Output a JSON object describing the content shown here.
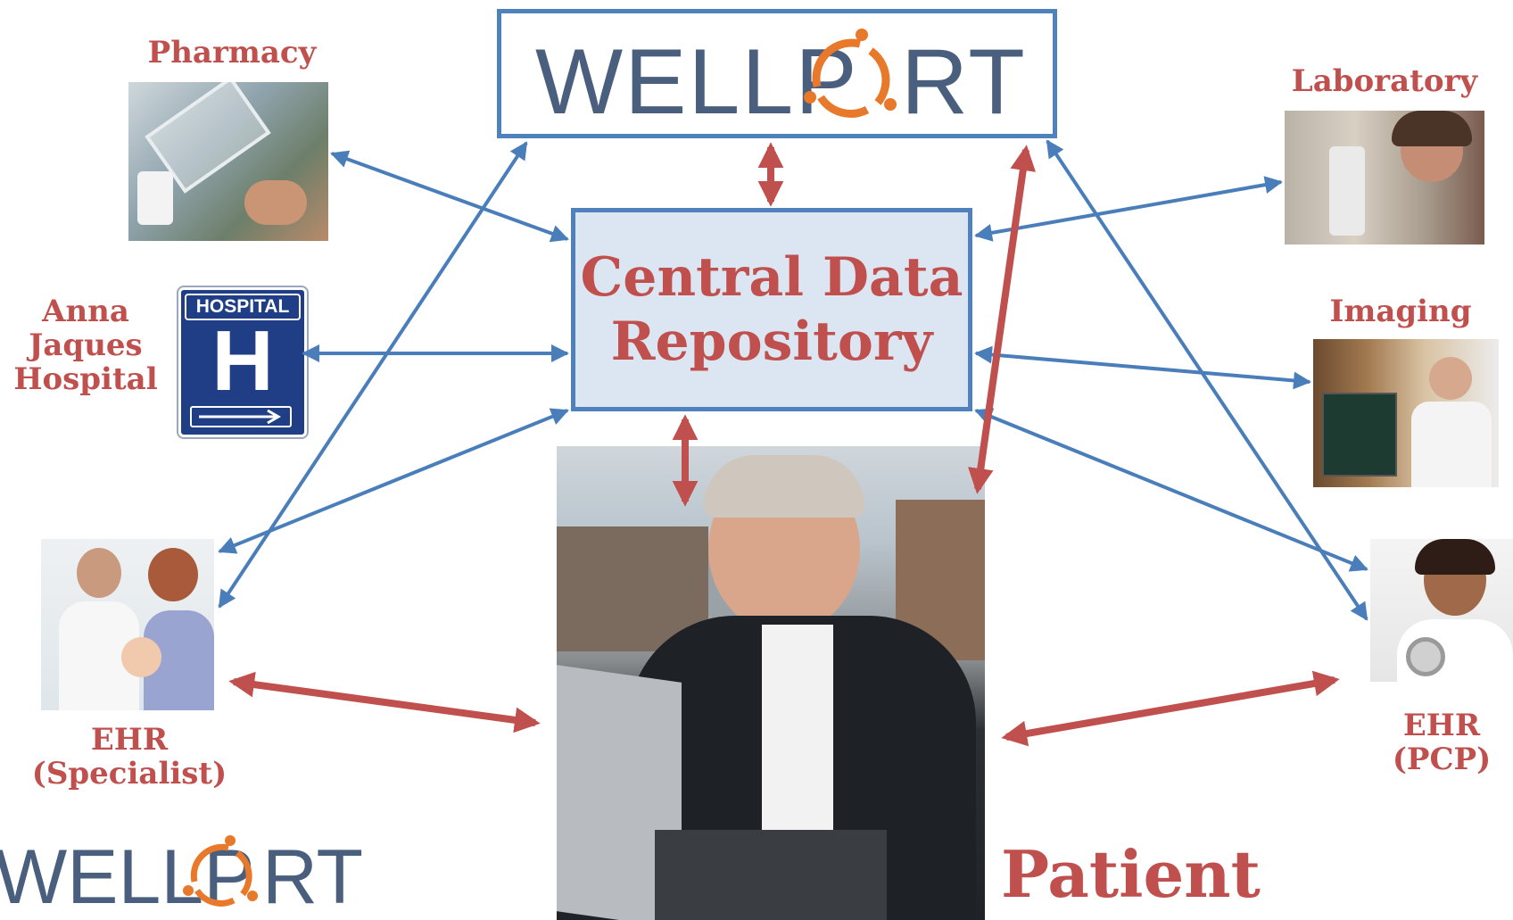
{
  "logo": {
    "text_a": "WELLP",
    "text_b": "RT",
    "brand_blue": "#4a5f7e",
    "brand_orange": "#e8782a"
  },
  "repository": {
    "line1": "Central Data",
    "line2": "Repository"
  },
  "nodes": {
    "pharmacy": "Pharmacy",
    "laboratory": "Laboratory",
    "hospital": [
      "Anna",
      "Jaques",
      "Hospital"
    ],
    "imaging": "Imaging",
    "ehr_specialist": [
      "EHR",
      "(Specialist)"
    ],
    "ehr_pcp": [
      "EHR",
      "(PCP)"
    ],
    "patient": "Patient"
  },
  "hospital_sign": {
    "top": "HOSPITAL",
    "letter": "H"
  },
  "colors": {
    "blue_arrow": "#4a7ebb",
    "red_arrow": "#c0504d",
    "box_border": "#4f81bd",
    "box_fill": "#dce6f2",
    "label_red": "#c0504d"
  }
}
